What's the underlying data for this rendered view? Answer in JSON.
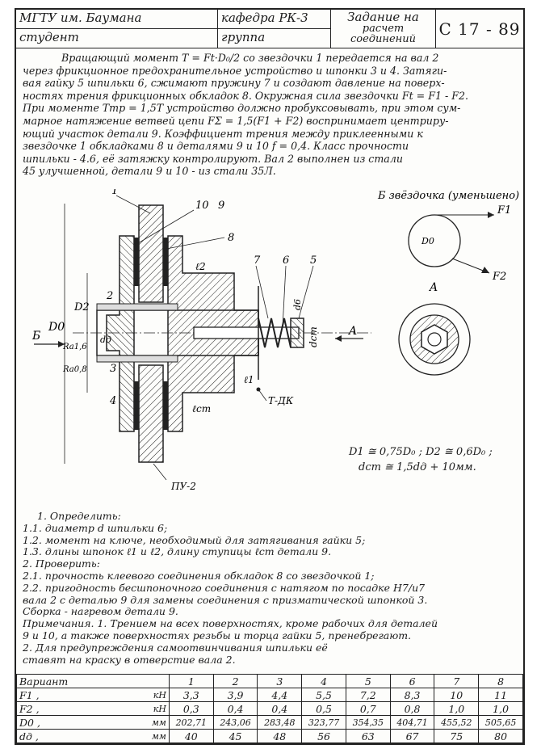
{
  "header": {
    "university": "МГТУ им. Баумана",
    "department": "кафедра РК-3",
    "student": "студент",
    "group": "группа",
    "task_line1": "Задание на",
    "task_line2": "расчет",
    "task_line3": "соединений",
    "code": "С 17 - 89"
  },
  "intro": {
    "lines": [
      "Вращающий момент T = Ft·D₀/2 со звездочки 1 передается на вал 2",
      "через фрикционное предохранительное устройство и шпонки 3 и 4. Затяги-",
      "вая гайку 5 шпильки 6, сжимают пружину 7 и создают давление на поверх-",
      "ностях трения фрикционных обкладок 8. Окружная сила звездочки Ft = F1 - F2.",
      "При моменте Tтр = 1,5T устройство должно пробуксовывать, при этом сум-",
      "марное натяжение ветвей цепи FΣ = 1,5(F1 + F2) воспринимает центриру-",
      "ющий участок детали 9. Коэффициент трения между приклеенными к",
      "звездочке 1 обкладками 8 и деталями 9 и 10 f = 0,4. Класс прочности",
      "шпильки - 4.6, её затяжку контролируют. Вал 2 выполнен из стали",
      "45 улучшенной, детали 9 и 10 - из стали 35Л."
    ]
  },
  "drawing": {
    "view_b_title": "Б звёздочка (уменьшено)",
    "labels": {
      "p1": "1",
      "p10": "10",
      "p9": "9",
      "p8": "8",
      "p7": "7",
      "p6": "6",
      "p5": "5",
      "p2": "2",
      "p3": "3",
      "p4": "4",
      "l2": "ℓ2",
      "l1": "ℓ1",
      "lcm": "ℓcm",
      "d2": "D2",
      "d0": "D0",
      "ra1": "Ra1,6",
      "ra08": "Ra0,8",
      "dd": "dд",
      "dcm": "dcm",
      "d6d": "d6",
      "arrow_b": "Б",
      "arrow_a": "A",
      "view_a": "A",
      "f1": "F1",
      "f2": "F2",
      "d0_small": "D0",
      "tdk": "Т-ДК",
      "pu2": "ПУ-2"
    },
    "formula_line1": "D1 ≅ 0,75D₀ ;  D2 ≅ 0,6D₀ ;",
    "formula_line2": "dcm ≅ 1,5dд + 10мм."
  },
  "notes": {
    "lines": [
      "1. Определить:",
      "1.1. диаметр d шпильки 6;",
      "1.2. момент на ключе, необходимый для затягивания гайки 5;",
      "1.3. длины шпонок ℓ1 и ℓ2, длину ступицы ℓcm детали 9.",
      "   2. Проверить:",
      "2.1. прочность клеевого соединения обкладок 8 со звездочкой 1;",
      "   2.2. пригодность бесшпоночного соединения с натягом по посадке H7/u7",
      "вала 2 с деталью 9 для замены соединения с призматической шпонкой 3.",
      "Сборка - нагревом детали 9.",
      "   Примечания. 1. Трением на всех поверхностях, кроме рабочих для деталей",
      "9 и 10, а также поверхностях резьбы и торца гайки 5, пренебрегают.",
      "              2. Для предупреждения самоотвинчивания шпильки её",
      "ставят на краску в отверстие вала 2."
    ]
  },
  "table": {
    "header_label": "Вариант",
    "variants": [
      "1",
      "2",
      "3",
      "4",
      "5",
      "6",
      "7",
      "8"
    ],
    "rows": [
      {
        "label": "F1 ,",
        "unit": "кН",
        "values": [
          "3,3",
          "3,9",
          "4,4",
          "5,5",
          "7,2",
          "8,3",
          "10",
          "11"
        ]
      },
      {
        "label": "F2 ,",
        "unit": "кН",
        "values": [
          "0,3",
          "0,4",
          "0,4",
          "0,5",
          "0,7",
          "0,8",
          "1,0",
          "1,0"
        ]
      },
      {
        "label": "D0 ,",
        "unit": "мм",
        "values": [
          "202,71",
          "243,06",
          "283,48",
          "323,77",
          "354,35",
          "404,71",
          "455,52",
          "505,65"
        ]
      },
      {
        "label": "dд ,",
        "unit": "мм",
        "values": [
          "40",
          "45",
          "48",
          "56",
          "63",
          "67",
          "75",
          "80"
        ]
      }
    ]
  }
}
